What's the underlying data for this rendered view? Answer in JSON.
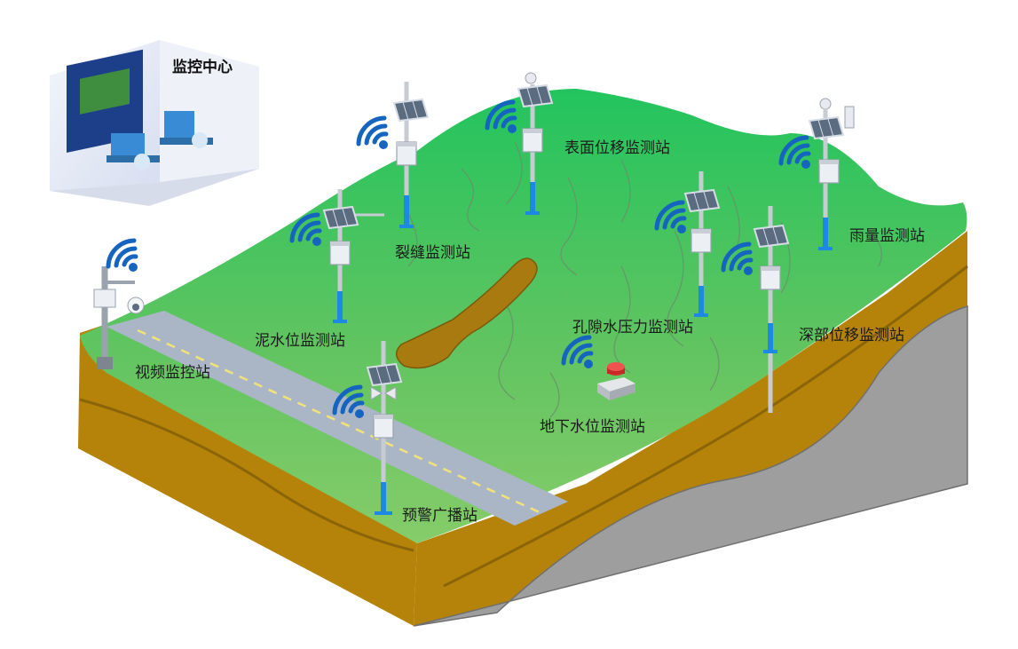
{
  "control_center": {
    "label": "监控中心"
  },
  "stations": [
    {
      "id": "surface-displacement",
      "label": "表面位移监测站"
    },
    {
      "id": "crack",
      "label": "裂缝监测站"
    },
    {
      "id": "rainfall",
      "label": "雨量监测站"
    },
    {
      "id": "mud-level",
      "label": "泥水位监测站"
    },
    {
      "id": "pore-pressure",
      "label": "孔隙水压力监测站"
    },
    {
      "id": "deep-displacement",
      "label": "深部位移监测站"
    },
    {
      "id": "video",
      "label": "视频监控站"
    },
    {
      "id": "groundwater",
      "label": "地下水位监测站"
    },
    {
      "id": "warning-broadcast",
      "label": "预警广播站"
    }
  ],
  "colors": {
    "grass": "#7cc95a",
    "grass_dark": "#3ec66a",
    "soil": "#b58309",
    "rock": "#9e9e9e",
    "road": "#a9b5c4",
    "signal": "#1565c0",
    "pole_base": "#1e88e5"
  },
  "icons": [
    "wifi-signal-icon",
    "solar-panel-icon",
    "cctv-camera-icon",
    "speaker-icon",
    "rain-gauge-icon",
    "control-room-icon"
  ]
}
